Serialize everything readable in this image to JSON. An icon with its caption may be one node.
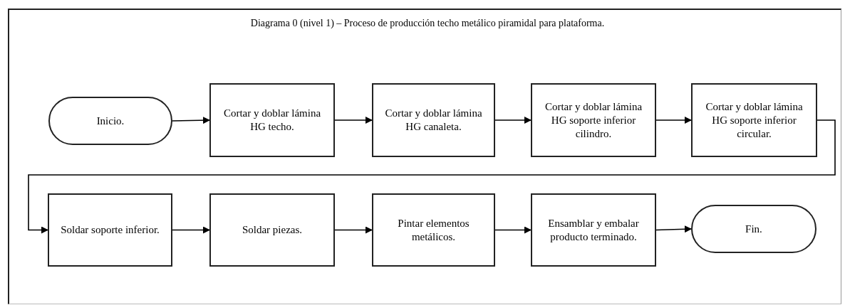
{
  "diagram": {
    "title": "Diagrama 0 (nivel 1) – Proceso de producción techo metálico piramidal para plataforma.",
    "nodes": [
      {
        "text": [
          "Inicio."
        ]
      },
      {
        "text": [
          "Cortar y doblar lámina HG techo."
        ]
      },
      {
        "text": [
          "Cortar y doblar lámina HG canaleta."
        ]
      },
      {
        "text": [
          "Cortar y doblar lámina HG soporte inferior cilindro."
        ]
      },
      {
        "text": [
          "Cortar y doblar lámina HG soporte inferior circular."
        ]
      },
      {
        "text": [
          "Soldar soporte inferior."
        ]
      },
      {
        "text": [
          "Soldar piezas."
        ]
      },
      {
        "text": [
          "Pintar elementos metálicos."
        ]
      },
      {
        "text": [
          "Ensamblar y embalar producto terminado."
        ]
      },
      {
        "text": [
          "Fin."
        ]
      }
    ],
    "edges": [
      {
        "from": 0,
        "to": 1,
        "arrow": "to"
      },
      {
        "from": 1,
        "to": 2,
        "arrow": "to"
      },
      {
        "from": 2,
        "to": 3,
        "arrow": "to"
      },
      {
        "from": 3,
        "to": 4,
        "arrow": "to"
      },
      {
        "from": 4,
        "to": 5,
        "arrow": "to"
      },
      {
        "from": 5,
        "to": 6,
        "arrow": "to"
      },
      {
        "from": 6,
        "to": 7,
        "arrow": "to"
      },
      {
        "from": 7,
        "to": 8,
        "arrow": "to"
      },
      {
        "from": 8,
        "to": 9,
        "arrow": "to"
      }
    ]
  }
}
